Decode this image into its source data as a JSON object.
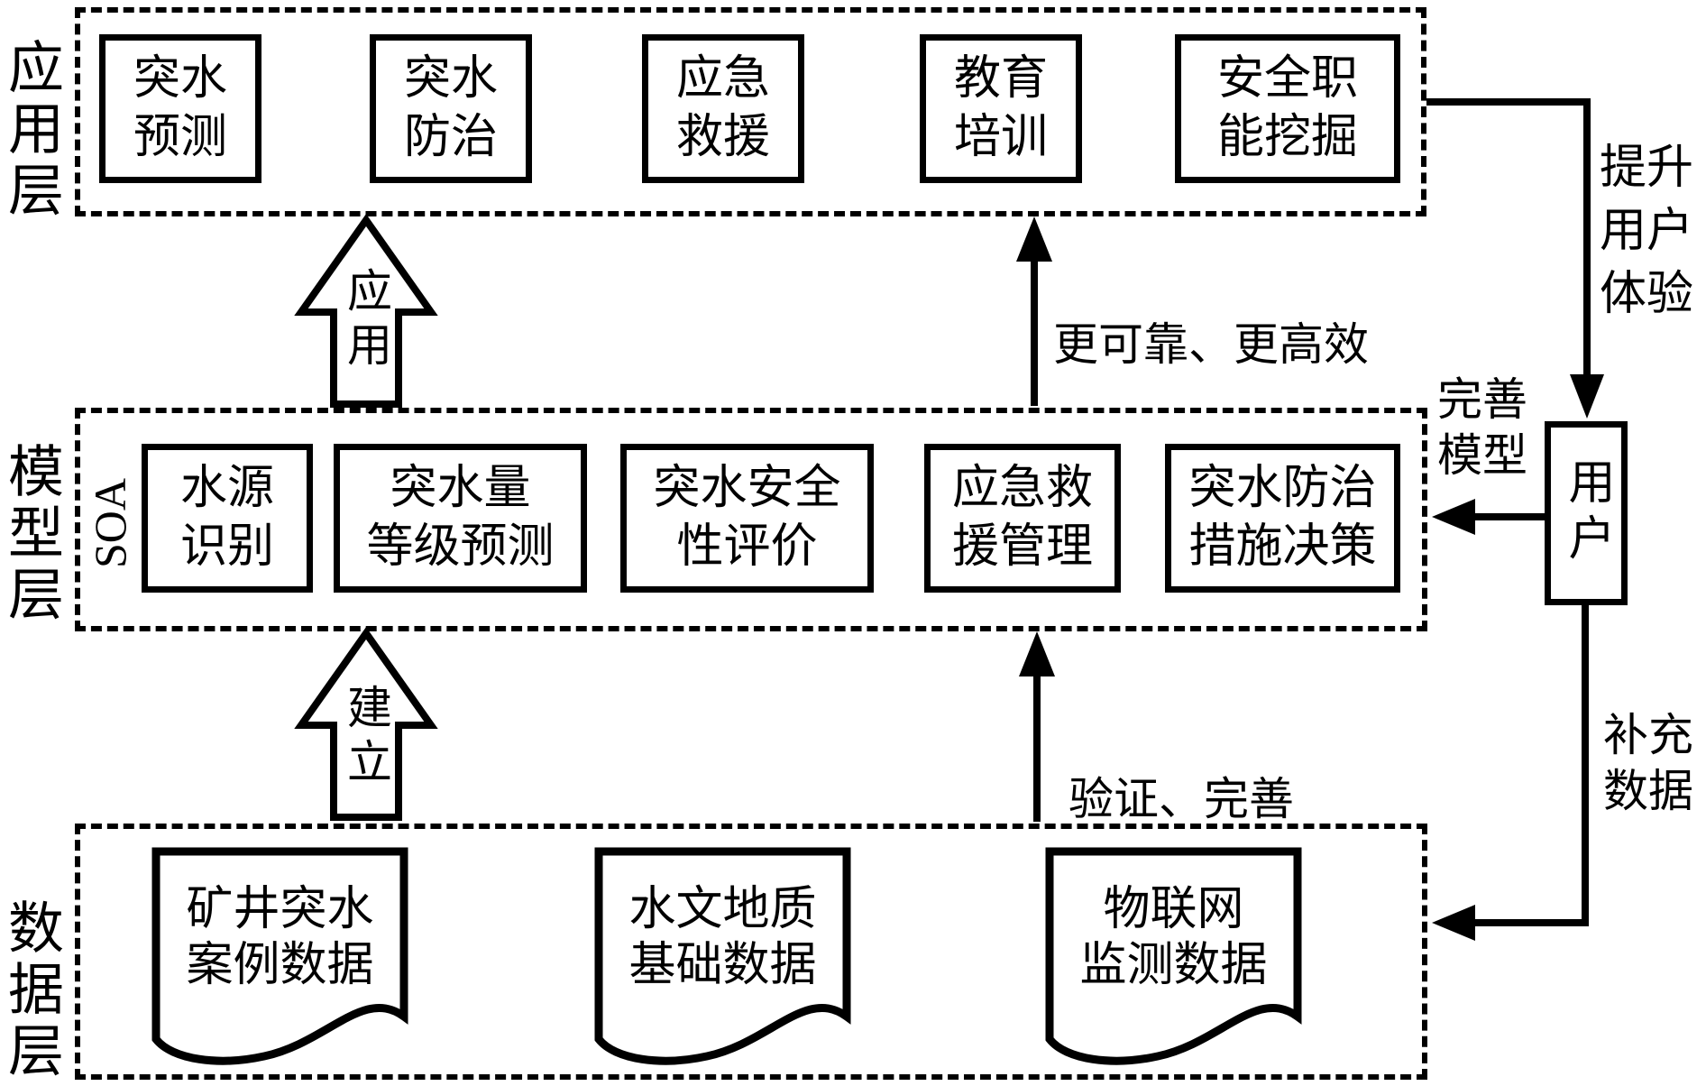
{
  "colors": {
    "ink": "#000000",
    "background": "#ffffff"
  },
  "layers": {
    "application": {
      "label": "应用层",
      "boxes": [
        {
          "label": "突水\n预测"
        },
        {
          "label": "突水\n防治"
        },
        {
          "label": "应急\n救援"
        },
        {
          "label": "教育\n培训"
        },
        {
          "label": "安全职\n能挖掘"
        }
      ]
    },
    "model": {
      "label": "模型层",
      "architecture_tag": "SOA",
      "boxes": [
        {
          "label": "水源\n识别"
        },
        {
          "label": "突水量\n等级预测"
        },
        {
          "label": "突水安全\n性评价"
        },
        {
          "label": "应急救\n援管理"
        },
        {
          "label": "突水防治\n措施决策"
        }
      ]
    },
    "data": {
      "label": "数据层",
      "documents": [
        {
          "label": "矿井突水\n案例数据"
        },
        {
          "label": "水文地质\n基础数据"
        },
        {
          "label": "物联网\n监测数据"
        }
      ]
    }
  },
  "flows": {
    "apply_arrow": "应用",
    "build_arrow": "建立",
    "model_to_app": "更可靠、更高效",
    "data_to_model": "验证、完善",
    "improve_experience": "提升\n用户\n体验",
    "refine_model": "完善\n模型",
    "supplement_data": "补充\n数据"
  },
  "user_box": {
    "label": "用户"
  }
}
